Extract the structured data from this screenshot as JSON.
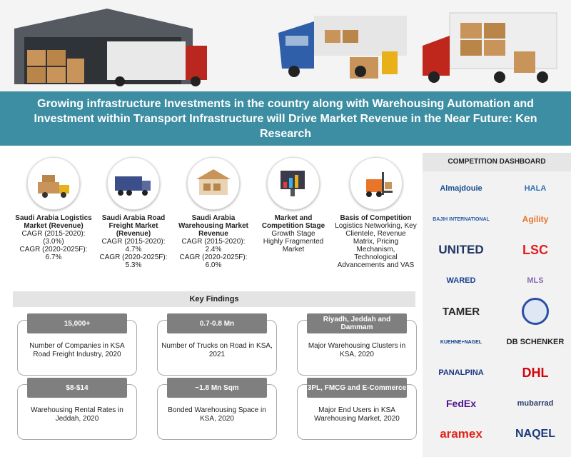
{
  "banner": {
    "title": "Growing infrastructure Investments in the country along with Warehousing Automation and Investment within Transport Infrastructure will Drive Market Revenue in the Near Future: Ken Research"
  },
  "stats": [
    {
      "title": "Saudi Arabia Logistics Market (Revenue)",
      "line1": "CAGR (2015-2020): (3.0%)",
      "line2": "CAGR (2020-2025F): 6.7%",
      "icon": "truck-loaded-icon"
    },
    {
      "title": "Saudi Arabia Road Freight Market (Revenue)",
      "line1": "CAGR (2015-2020): 4.7%",
      "line2": "CAGR (2020-2025F): 5.3%",
      "icon": "freight-truck-icon"
    },
    {
      "title": "Saudi Arabia Warehousing Market Revenue",
      "line1": "CAGR (2015-2020): 2.4%",
      "line2": "CAGR (2020-2025F): 6.0%",
      "icon": "warehouse-icon"
    },
    {
      "title": "Market  and Competition Stage",
      "line1": "Growth Stage",
      "line2": "Highly Fragmented Market",
      "icon": "market-chart-icon"
    },
    {
      "title": "Basis of Competition",
      "line1": "Logistics Networking, Key Clientele, Revenue Matrix, Pricing Mechanism, Technological Advancements and VAS",
      "line2": "",
      "icon": "forklift-icon"
    }
  ],
  "key_findings": {
    "header": "Key Findings",
    "items": [
      {
        "value": "15,000+",
        "desc": "Number of Companies in KSA Road Freight Industry, 2020"
      },
      {
        "value": "0.7-0.8 Mn",
        "desc": "Number of Trucks on Road in KSA, 2021"
      },
      {
        "value": "Riyadh, Jeddah and Dammam",
        "desc": "Major Warehousing Clusters in KSA, 2020"
      },
      {
        "value": "$8-$14",
        "desc": "Warehousing Rental Rates in Jeddah, 2020"
      },
      {
        "value": "~1.8 Mn Sqm",
        "desc": "Bonded Warehousing Space in KSA, 2020"
      },
      {
        "value": "3PL, FMCG and E-Commerce",
        "desc": "Major End Users in KSA Warehousing Market, 2020"
      }
    ]
  },
  "competition": {
    "header": "COMPETITION DASHBOARD",
    "logos": [
      {
        "name": "Almajdouie",
        "color": "#1a4d8f"
      },
      {
        "name": "HALA",
        "color": "#2a6db5"
      },
      {
        "name": "BAJIH INTERNATIONAL",
        "color": "#2b5aa8"
      },
      {
        "name": "Agility",
        "color": "#e8732a"
      },
      {
        "name": "UNITED",
        "color": "#1e3566"
      },
      {
        "name": "LSC",
        "color": "#e02020"
      },
      {
        "name": "WARED",
        "color": "#1a3f8f"
      },
      {
        "name": "MLS",
        "color": "#8a6bb0"
      },
      {
        "name": "TAMER",
        "color": "#2a2a2a"
      },
      {
        "name": "",
        "color": "#2a4fa0"
      },
      {
        "name": "KUEHNE+NAGEL",
        "color": "#0b3c8c"
      },
      {
        "name": "DB SCHENKER",
        "color": "#222222"
      },
      {
        "name": "PANALPINA",
        "color": "#1b3580"
      },
      {
        "name": "DHL",
        "color": "#d40511"
      },
      {
        "name": "FedEx",
        "color": "#4d148c"
      },
      {
        "name": "mubarrad",
        "color": "#2a3f6b"
      },
      {
        "name": "aramex",
        "color": "#e2231a"
      },
      {
        "name": "NAQEL",
        "color": "#1a3a7a"
      }
    ]
  },
  "colors": {
    "banner": "#3e8ea3",
    "pill": "#7f7f7f"
  }
}
